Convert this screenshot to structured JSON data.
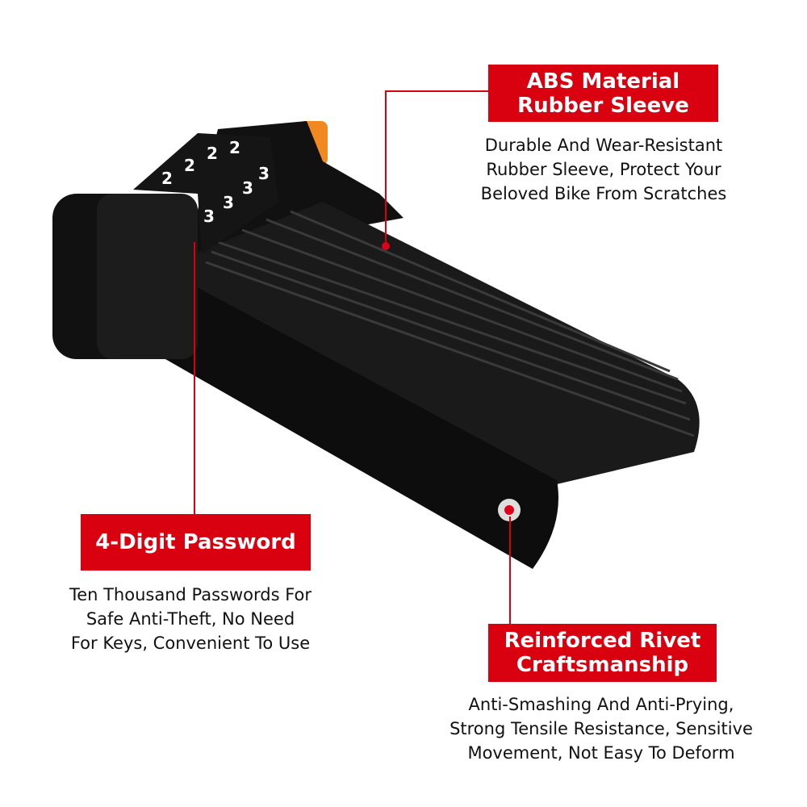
{
  "accent_color": "#d9000f",
  "callouts": [
    {
      "title": [
        "ABS Material",
        "Rubber Sleeve"
      ],
      "description": [
        "Durable And Wear-Resistant",
        "Rubber Sleeve, Protect Your",
        "Beloved Bike From Scratches"
      ]
    },
    {
      "title": [
        "4-Digit Password"
      ],
      "description": [
        "Ten Thousand Passwords For",
        "Safe Anti-Theft, No Need",
        "For Keys, Convenient To Use"
      ]
    },
    {
      "title": [
        "Reinforced Rivet",
        "Craftsmanship"
      ],
      "description": [
        "Anti-Smashing And Anti-Prying,",
        "Strong Tensile Resistance, Sensitive",
        "Movement, Not Easy To Deform"
      ]
    }
  ],
  "dial_digits": [
    "2",
    "2",
    "2",
    "2",
    "3",
    "3",
    "3",
    "3"
  ]
}
